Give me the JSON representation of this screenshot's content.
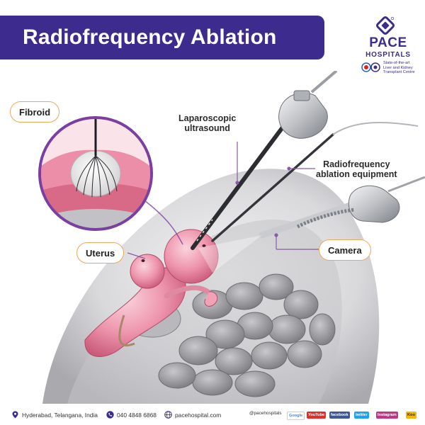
{
  "header": {
    "title": "Radiofrequency Ablation"
  },
  "brand": {
    "name": "PACE",
    "sub": "HOSPITALS",
    "note": "State-of-the-art Liver and Kidney Transplant Centre"
  },
  "labels": {
    "fibroid": "Fibroid",
    "lap_line1": "Laparoscopic",
    "lap_line2": "ultrasound",
    "rfa_line1": "Radiofrequency",
    "rfa_line2": "ablation equipment",
    "uterus": "Uterus",
    "camera": "Camera"
  },
  "footer": {
    "location": "Hyderabad, Telangana, India",
    "phone": "040 4848 6868",
    "website": "pacehospital.com",
    "handle": "@pacehospitals",
    "socials": [
      "Google",
      "YouTube",
      "facebook",
      "twitter",
      "Instagram",
      "Koo"
    ]
  },
  "colors": {
    "brand_purple": "#3d2c8d",
    "label_border": "#f0a75a",
    "accent_magenta": "#7a3fa0"
  }
}
